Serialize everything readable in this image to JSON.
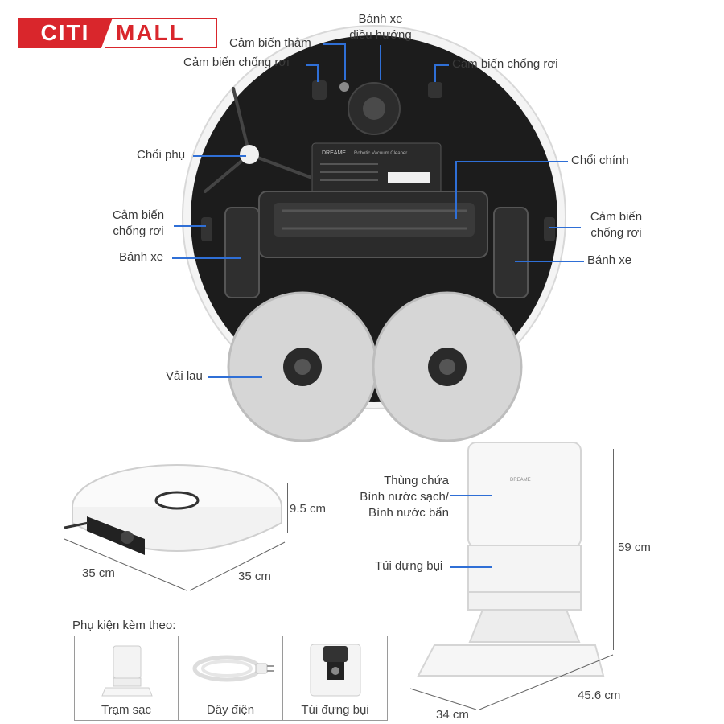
{
  "logo": {
    "part1": "CITI",
    "part2": "MALL"
  },
  "labels": {
    "wheel_nav_1": "Bánh xe",
    "wheel_nav_2": "điều hướng",
    "carpet_sensor": "Cảm biến thảm",
    "cliff_sensor_top_left": "Cảm biến chống rơi",
    "cliff_sensor_top_right": "Cảm biến chống rơi",
    "side_brush": "Chổi phụ",
    "main_brush": "Chổi chính",
    "cliff_left_1": "Cảm biến",
    "cliff_left_2": "chống rơi",
    "cliff_right_1": "Cảm biến",
    "cliff_right_2": "chống rơi",
    "wheel_left": "Bánh xe",
    "wheel_right": "Bánh xe",
    "mop": "Vải lau"
  },
  "robot_dims": {
    "height": "9.5 cm",
    "depth": "35 cm",
    "width": "35 cm"
  },
  "station": {
    "tank_1": "Thùng chứa",
    "tank_2": "Bình nước sạch/",
    "tank_3": "Bình nước bẩn",
    "dust_bag": "Túi đựng bụi",
    "height": "59 cm",
    "depth": "45.6 cm",
    "width": "34 cm",
    "brand": "DREAME"
  },
  "robot_label": {
    "brand": "DREAME",
    "model": "Robotic Vacuum Cleaner"
  },
  "accessories": {
    "title": "Phụ kiện kèm theo:",
    "items": [
      "Trạm sạc",
      "Dây điện",
      "Túi đựng bụi"
    ]
  },
  "colors": {
    "accent": "#d9262c",
    "leader": "#2f6fd6"
  }
}
